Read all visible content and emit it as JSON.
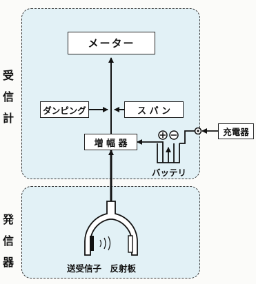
{
  "receiver": {
    "label_chars": [
      "受",
      "信",
      "計"
    ],
    "meter_label": "メーター",
    "damping_label": "ダンピング",
    "span_label": "ス パ ン",
    "amplifier_label": "増 幅 器",
    "battery_label": "バッテリ",
    "battery_plus": "+",
    "battery_minus": "−"
  },
  "charger_label": "充電器",
  "transmitter": {
    "label_chars": [
      "発",
      "信",
      "器"
    ],
    "caption": "送受信子　反射板"
  }
}
